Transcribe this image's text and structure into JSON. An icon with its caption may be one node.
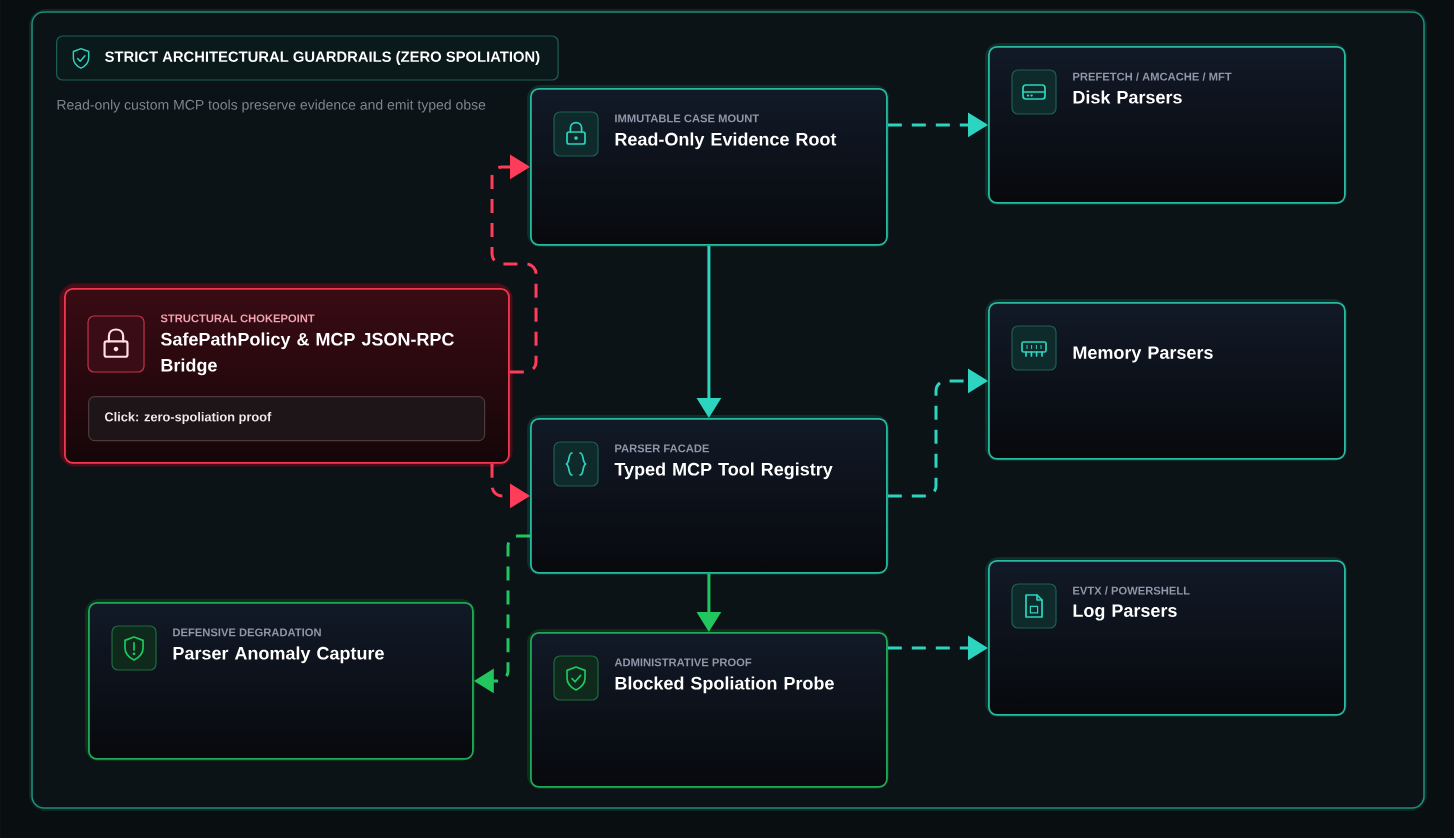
{
  "diagram": {
    "title": "STRICT ARCHITECTURAL GUARDRAILS (ZERO SPOLIATION)",
    "nodes": [
      {
        "text": [
          "IMMUTABLE CASE MOUNT",
          "Read-Only Evidence Root"
        ]
      },
      {
        "text": [
          "PREFETCH / AMCACHE / MFT",
          "Disk Parsers"
        ]
      },
      {
        "text": [
          "STRUCTURAL CHOKEPOINT",
          "SafePathPolicy & MCP JSON-RPC Bridge"
        ]
      },
      {
        "text": [
          "Click: zero-spoliation proof"
        ],
        "in": 2
      },
      {
        "text": [
          "Memory Parsers"
        ]
      },
      {
        "text": [
          "PARSER FACADE",
          "Typed MCP Tool Registry"
        ]
      },
      {
        "text": [
          "EVTX / POWERSHELL",
          "Log Parsers"
        ]
      },
      {
        "text": [
          "DEFENSIVE DEGRADATION",
          "Parser Anomaly Capture"
        ]
      },
      {
        "text": [
          "ADMINISTRATIVE PROOF",
          "Blocked Spoliation Probe"
        ]
      }
    ],
    "edges": [
      {
        "from": 0,
        "to": 1,
        "arrow": "to",
        "style": "dashed"
      },
      {
        "from": 0,
        "to": 5,
        "arrow": "to"
      },
      {
        "from": 2,
        "to": 0,
        "arrow": "to",
        "style": "dashed",
        "color": "#ff3d5a"
      },
      {
        "from": 2,
        "to": 5,
        "arrow": "to",
        "style": "dashed",
        "color": "#ff3d5a"
      },
      {
        "from": 5,
        "to": 4,
        "arrow": "to",
        "style": "dashed"
      },
      {
        "from": 5,
        "to": 8,
        "arrow": "to",
        "color": "#22c55e"
      },
      {
        "from": 5,
        "to": 7,
        "arrow": "to",
        "style": "dashed",
        "color": "#22c55e"
      },
      {
        "from": 8,
        "to": 6,
        "arrow": "to",
        "style": "dashed"
      }
    ],
    "labels": [
      "Read-only custom MCP tools preserve evidence and emit typed obse"
    ]
  }
}
